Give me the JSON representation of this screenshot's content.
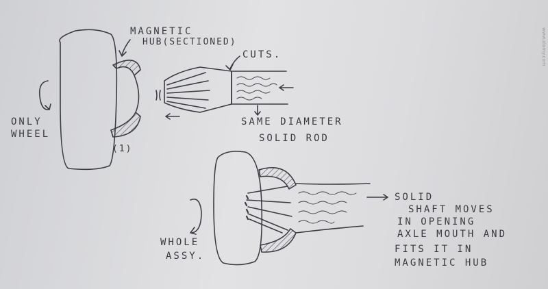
{
  "labels": {
    "magnetic": "MAGNETIC",
    "hub_sectioned": "HUB(SECTIONED)",
    "cuts": "CUTS.",
    "only": "ONLY",
    "wheel": "WHEEL",
    "fig_number": "(1)",
    "same_diameter": "SAME DIAMETER",
    "solid_rod": "SOLID ROD",
    "solid": "SOLID",
    "shaft_moves": "SHAFT MOVES",
    "in_opening": "IN OPENING",
    "axle_mouth": "AXLE MOUTH AND",
    "fits_it_in": "FITS IT IN",
    "magnetic_hub": "MAGNETIC HUB",
    "whole": "WHOLE",
    "assy": "ASSY."
  },
  "watermark": "www.alamy.com",
  "colors": {
    "paper": "#dcdcdf",
    "pencil": "#3a3a40"
  }
}
